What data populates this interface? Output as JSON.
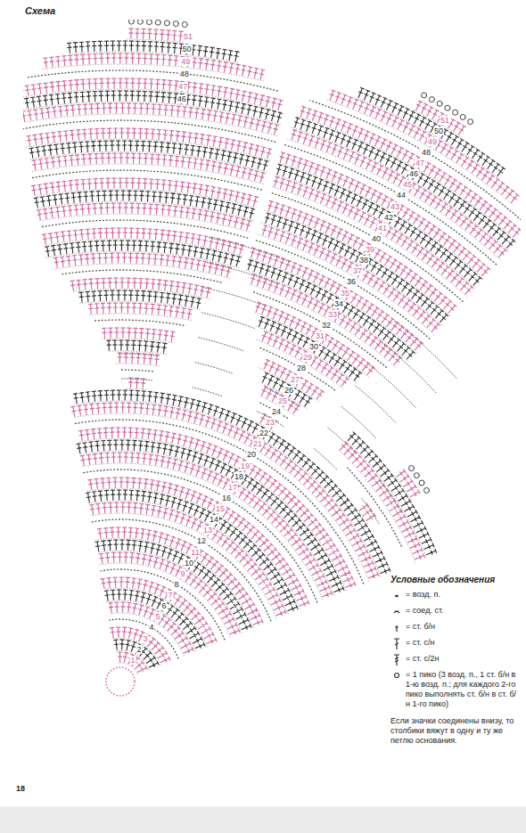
{
  "diagram": {
    "title": "Схема",
    "labels": [
      "1",
      "2",
      "3",
      "4",
      "5",
      "6",
      "7",
      "8",
      "9",
      "10",
      "11",
      "12",
      "13",
      "14",
      "15",
      "16",
      "17",
      "18",
      "19",
      "20",
      "21",
      "22",
      "23",
      "24",
      "25",
      "26",
      "27",
      "28",
      "29",
      "30",
      "31",
      "32",
      "33",
      "34",
      "35",
      "36",
      "37",
      "38",
      "39",
      "40",
      "41",
      "42",
      "43",
      "44",
      "45",
      "46",
      "47",
      "48",
      "49",
      "50",
      "51",
      "46",
      "47",
      "48",
      "49",
      "50",
      "51",
      "Условные обозначения",
      "Если значки соединены внизу, то столбики вяжут в одну и ту же петлю основания.",
      "18"
    ],
    "legend": [
      {
        "text": "= возд. п."
      },
      {
        "text": "= соед. ст."
      },
      {
        "text": "= ст. б/н"
      },
      {
        "text": "= ст. с/н"
      },
      {
        "text": "= ст. с/2н"
      },
      {
        "text": "= 1 пико (3 возд. п., 1 ст. б/н в 1-ю возд. п.; для каждого 2-го пико выполнять ст. б/н в ст. б/н 1-го пико)"
      }
    ]
  }
}
